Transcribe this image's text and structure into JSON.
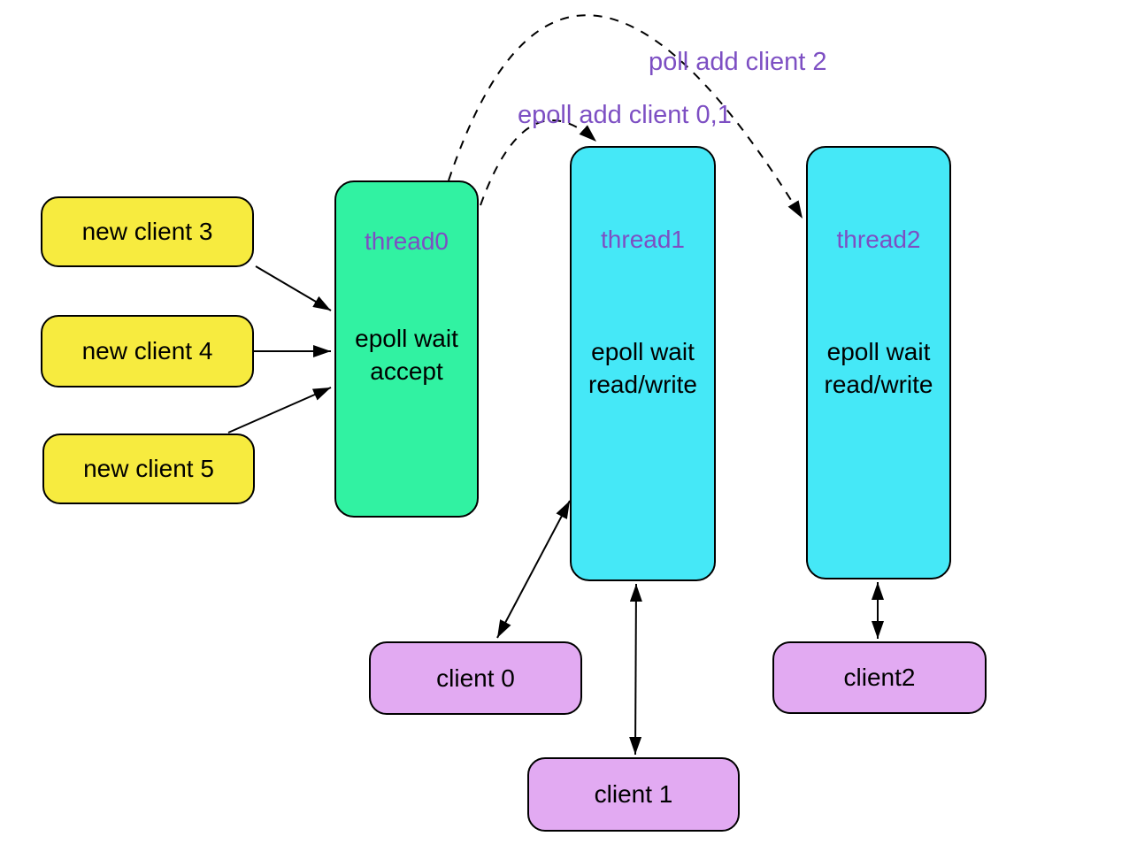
{
  "diagram": {
    "background_color": "#ffffff",
    "colors": {
      "acceptor_thread_fill": "#31F2A2",
      "worker_thread_fill": "#45E8F7",
      "new_client_fill": "#F7EB3F",
      "client_fill": "#E2AAF2",
      "edge_label_text": "#7D4FC3",
      "thread_title_text": "#7D4FC3",
      "stroke": "#000000"
    },
    "nodes": {
      "new_client_3": {
        "label": "new client 3"
      },
      "new_client_4": {
        "label": "new client 4"
      },
      "new_client_5": {
        "label": "new client 5"
      },
      "thread0": {
        "title": "thread0",
        "body_line1": "epoll wait",
        "body_line2": "accept"
      },
      "thread1": {
        "title": "thread1",
        "body_line1": "epoll wait",
        "body_line2": "read/write"
      },
      "thread2": {
        "title": "thread2",
        "body_line1": "epoll wait",
        "body_line2": "read/write"
      },
      "client_0": {
        "label": "client 0"
      },
      "client_1": {
        "label": "client 1"
      },
      "client_2": {
        "label": "client2"
      }
    },
    "edge_labels": {
      "poll_add_client_2": "poll add client 2",
      "epoll_add_client_01": "epoll add client 0,1"
    },
    "edges": [
      {
        "id": "new-client-3-to-thread0",
        "from": "new_client_3",
        "to": "thread0",
        "style": "solid-arrow"
      },
      {
        "id": "new-client-4-to-thread0",
        "from": "new_client_4",
        "to": "thread0",
        "style": "solid-arrow"
      },
      {
        "id": "new-client-5-to-thread0",
        "from": "new_client_5",
        "to": "thread0",
        "style": "solid-arrow"
      },
      {
        "id": "thread0-to-thread1",
        "from": "thread0",
        "to": "thread1",
        "style": "dashed-arc-arrow",
        "label": "epoll add client 0,1"
      },
      {
        "id": "thread0-to-thread2",
        "from": "thread0",
        "to": "thread2",
        "style": "dashed-arc-arrow",
        "label": "poll add client 2"
      },
      {
        "id": "thread1-client0",
        "from": "thread1",
        "to": "client_0",
        "style": "double-arrow"
      },
      {
        "id": "thread1-client1",
        "from": "thread1",
        "to": "client_1",
        "style": "double-arrow"
      },
      {
        "id": "thread2-client2",
        "from": "thread2",
        "to": "client_2",
        "style": "double-arrow"
      }
    ]
  }
}
